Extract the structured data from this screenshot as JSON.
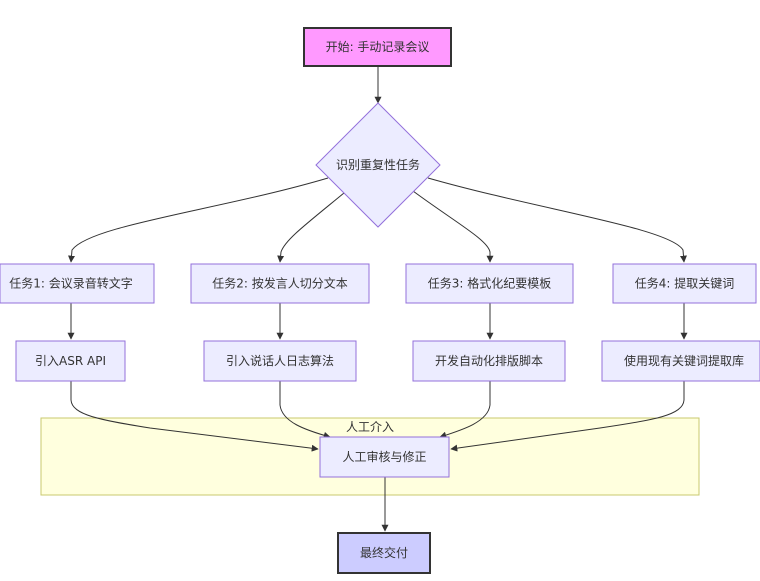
{
  "diagram": {
    "type": "flowchart",
    "direction": "top-down",
    "colors": {
      "default_fill": "#ececff",
      "default_stroke": "#9370db",
      "start_fill": "#ff99ff",
      "start_stroke": "#333333",
      "final_fill": "#ccccff",
      "final_stroke": "#333333",
      "cluster_fill": "#ffffde",
      "cluster_stroke": "#c8c86e",
      "edge": "#333333",
      "text": "#333333"
    },
    "nodes": {
      "start": {
        "label": "开始: 手动记录会议",
        "shape": "rect"
      },
      "identify": {
        "label": "识别重复性任务",
        "shape": "diamond"
      },
      "task1": {
        "label": "任务1: 会议录音转文字",
        "shape": "rect"
      },
      "task2": {
        "label": "任务2: 按发言人切分文本",
        "shape": "rect"
      },
      "task3": {
        "label": "任务3: 格式化纪要模板",
        "shape": "rect"
      },
      "task4": {
        "label": "任务4: 提取关键词",
        "shape": "rect"
      },
      "sub1": {
        "label": "引入ASR API",
        "shape": "rect"
      },
      "sub2": {
        "label": "引入说话人日志算法",
        "shape": "rect"
      },
      "sub3": {
        "label": "开发自动化排版脚本",
        "shape": "rect"
      },
      "sub4": {
        "label": "使用现有关键词提取库",
        "shape": "rect"
      },
      "review": {
        "label": "人工审核与修正",
        "shape": "rect"
      },
      "final": {
        "label": "最终交付",
        "shape": "rect"
      }
    },
    "cluster": {
      "label": "人工介入",
      "contains": [
        "review"
      ]
    },
    "edges": [
      {
        "from": "start",
        "to": "identify"
      },
      {
        "from": "identify",
        "to": "task1"
      },
      {
        "from": "identify",
        "to": "task2"
      },
      {
        "from": "identify",
        "to": "task3"
      },
      {
        "from": "identify",
        "to": "task4"
      },
      {
        "from": "task1",
        "to": "sub1"
      },
      {
        "from": "task2",
        "to": "sub2"
      },
      {
        "from": "task3",
        "to": "sub3"
      },
      {
        "from": "task4",
        "to": "sub4"
      },
      {
        "from": "sub1",
        "to": "review"
      },
      {
        "from": "sub2",
        "to": "review"
      },
      {
        "from": "sub3",
        "to": "review"
      },
      {
        "from": "sub4",
        "to": "review"
      },
      {
        "from": "review",
        "to": "final"
      }
    ]
  }
}
